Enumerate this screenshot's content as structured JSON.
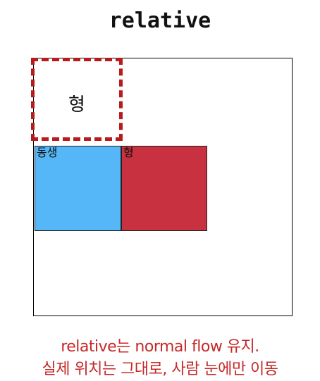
{
  "title": "relative",
  "ghost_label": "형",
  "boxes": {
    "younger_label": "동생",
    "older_label": "형"
  },
  "caption": {
    "line1": "relative는 normal flow 유지.",
    "line2": "실제 위치는 그대로, 사람 눈에만 이동"
  },
  "colors": {
    "younger_fill": "#55b7f7",
    "older_fill": "#c8313f",
    "dashed_outline": "#b71c1c",
    "caption_text": "#c62828"
  }
}
